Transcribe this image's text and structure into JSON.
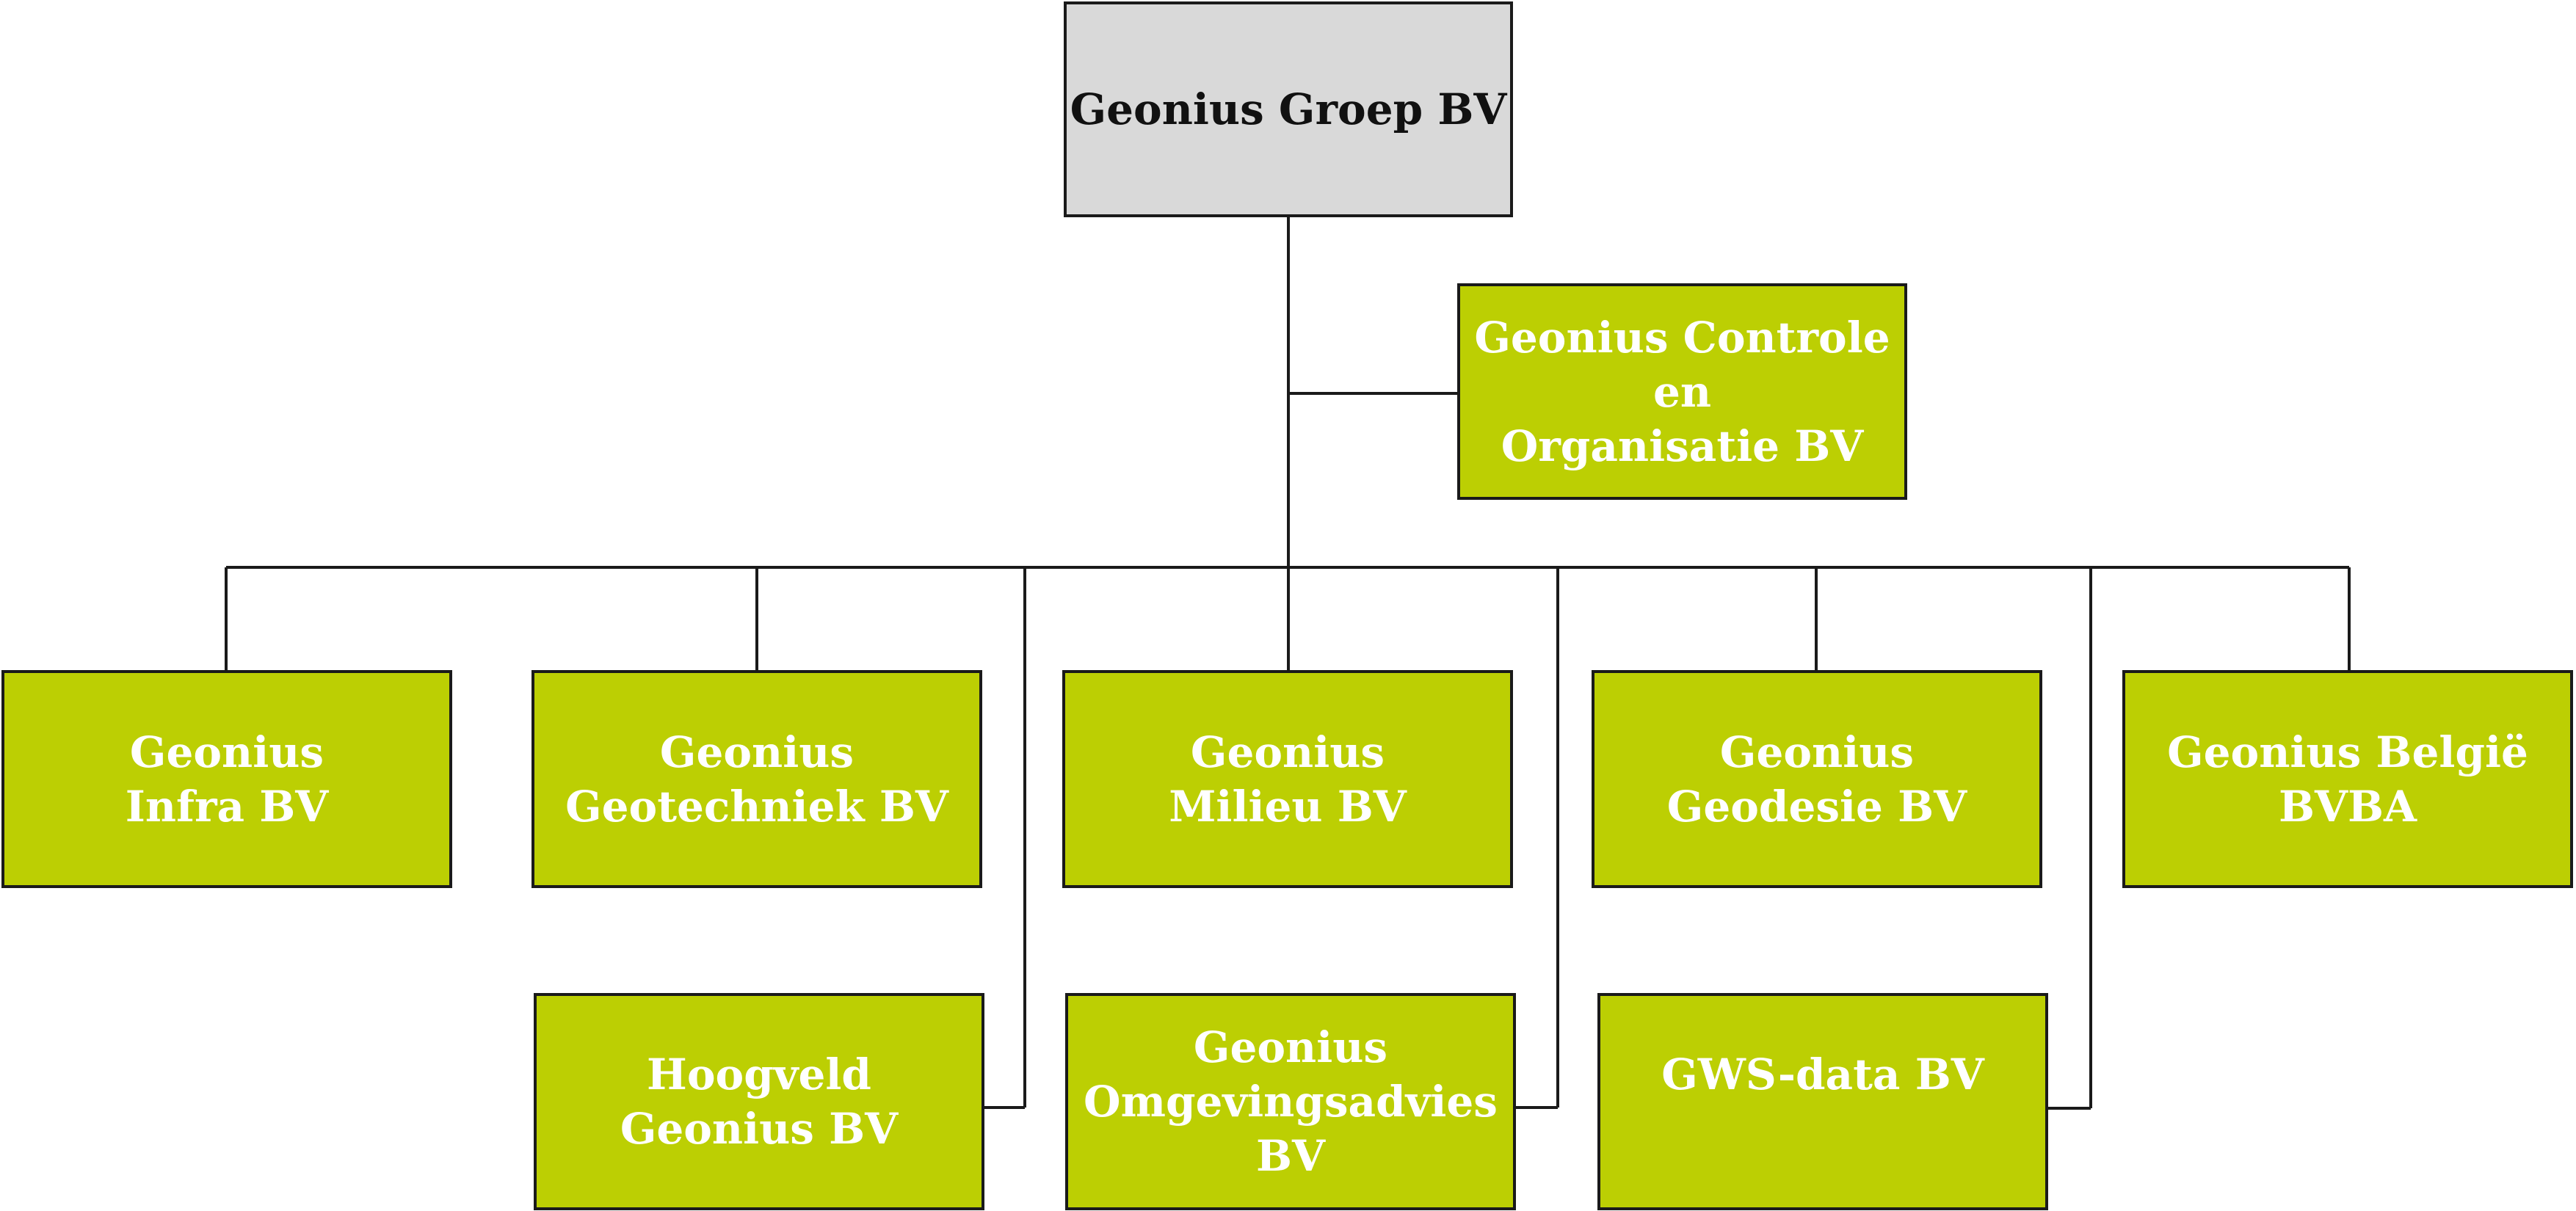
{
  "colors": {
    "subsidiary_fill": "#bccf03",
    "root_fill": "#d9d9d9",
    "connector": "#1a1a1a"
  },
  "root": {
    "label": "Geonius Groep BV"
  },
  "staff": {
    "label": "Geonius Controle en\nOrganisatie BV"
  },
  "subsidiaries": [
    {
      "label": "Geonius\nInfra BV"
    },
    {
      "label": "Geonius\nGeotechniek BV"
    },
    {
      "label": "Geonius\nMilieu BV"
    },
    {
      "label": "Geonius\nGeodesie BV"
    },
    {
      "label": "Geonius België\nBVBA"
    }
  ],
  "second_row": [
    {
      "label": "Hoogveld\nGeonius BV"
    },
    {
      "label": "Geonius\nOmgevingsadvies BV"
    },
    {
      "label": "GWS-data BV"
    }
  ]
}
